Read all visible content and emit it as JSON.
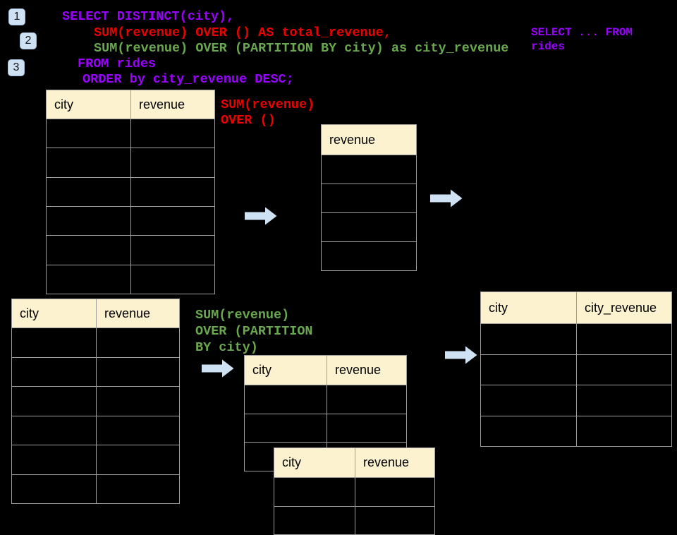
{
  "colors": {
    "background": "#000000",
    "code_purple": "#9900ff",
    "code_red": "#ee0000",
    "code_green": "#6aa84f",
    "arrow_blue": "#cfe2f3",
    "badge_blue": "#cfe2f3",
    "table_header_cream": "#fdf2d0",
    "table_border_gray": "#9e9e9e"
  },
  "badges": [
    {
      "label": "1"
    },
    {
      "label": "2"
    },
    {
      "label": "3"
    }
  ],
  "sql_code": {
    "lines": [
      {
        "text": "SELECT DISTINCT(city),"
      },
      {
        "text": "SUM(revenue) OVER () AS total_revenue,"
      },
      {
        "text": "SUM(revenue) OVER (PARTITION BY city) as city_revenue"
      },
      {
        "text": "FROM rides"
      },
      {
        "text": "ORDER by city_revenue DESC;"
      }
    ],
    "side_note": "SELECT ... FROM\nrides"
  },
  "annotations": {
    "total_revenue_label": "SUM(revenue)\nOVER ()",
    "partition_label": "SUM(revenue)\nOVER (PARTITION\nBY city)"
  },
  "tables": {
    "source_top": {
      "headers": [
        "city",
        "revenue"
      ],
      "rows": 6
    },
    "total_result": {
      "headers": [
        "revenue"
      ],
      "rows": 4
    },
    "source_bottom": {
      "headers": [
        "city",
        "revenue"
      ],
      "rows": 6
    },
    "partition_mid": {
      "headers": [
        "city",
        "revenue"
      ],
      "rows": 3
    },
    "partition_overlay": {
      "headers": [
        "city",
        "revenue"
      ],
      "rows": 2
    },
    "city_revenue_result": {
      "headers": [
        "city",
        "city_revenue"
      ],
      "rows": 4
    }
  }
}
